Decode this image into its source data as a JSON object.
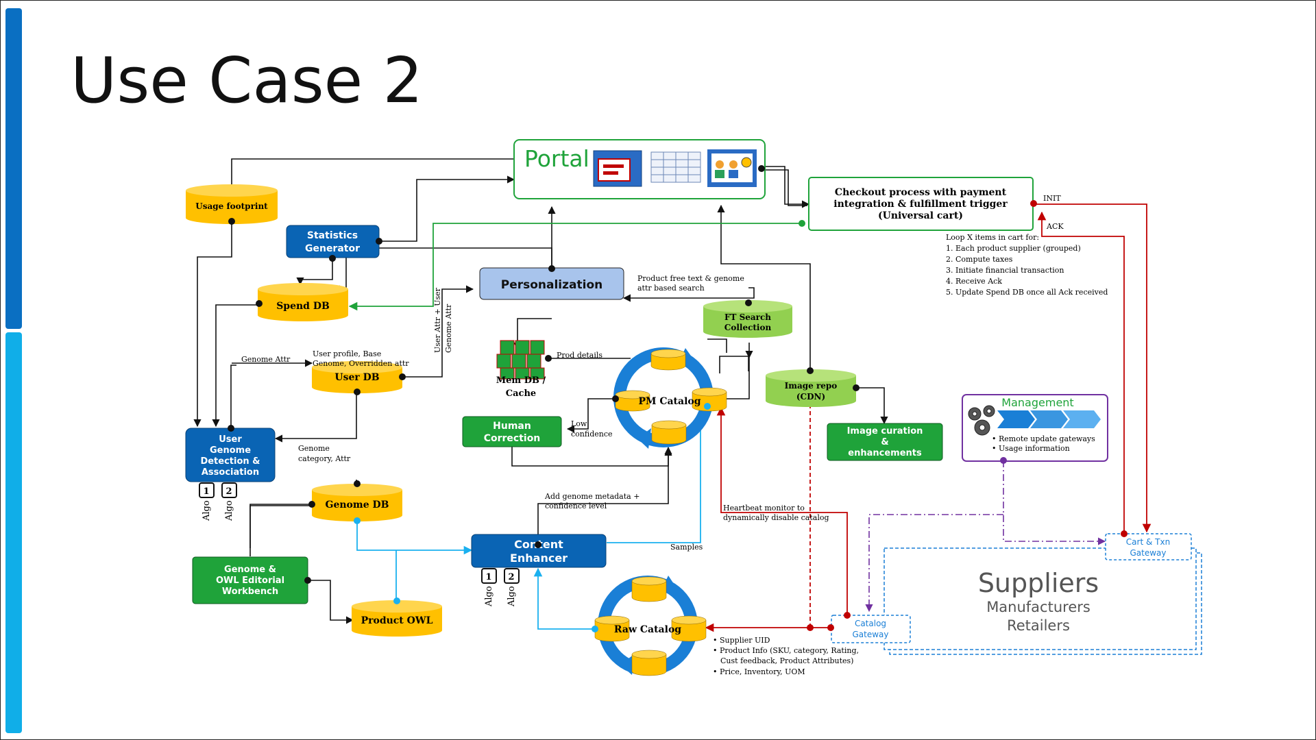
{
  "slide": {
    "title": "Use Case 2"
  },
  "portal": {
    "label": "Portal"
  },
  "checkout": {
    "line1": "Checkout process with payment",
    "line2": "integration & fulfillment trigger",
    "line3": "(Universal cart)",
    "init": "INIT",
    "ack": "ACK"
  },
  "checkout_notes": {
    "intro": "Loop X items in cart for:",
    "steps": [
      "1. Each product supplier (grouped)",
      "2. Compute taxes",
      "3. Initiate financial transaction",
      "4. Receive Ack",
      "5. Update Spend DB once all Ack received"
    ]
  },
  "usage_footprint": "Usage footprint",
  "statistics_generator": {
    "line1": "Statistics",
    "line2": "Generator"
  },
  "spend_db": "Spend DB",
  "personalization": "Personalization",
  "product_search_note": {
    "line1": "Product free text & genome",
    "line2": "attr based search"
  },
  "ft_search": {
    "line1": "FT Search",
    "line2": "Collection"
  },
  "user_attr_label": {
    "line1": "User Attr + User",
    "line2": "Genome Attr"
  },
  "user_db": {
    "label": "User DB",
    "note1": "User profile, Base",
    "note2": "Genome, Overridden attr"
  },
  "genome_attr_label": "Genome Attr",
  "mem_db": {
    "line1": "Mem DB /",
    "line2": "Cache"
  },
  "prod_details": "Prod details",
  "pm_catalog": "PM Catalog",
  "image_repo": {
    "line1": "Image repo",
    "line2": "(CDN)"
  },
  "image_curation": {
    "line1": "Image curation",
    "line2": "&",
    "line3": "enhancements"
  },
  "human_correction": {
    "line1": "Human",
    "line2": "Correction",
    "low1": "Low",
    "low2": "confidence"
  },
  "user_genome": {
    "line1": "User",
    "line2": "Genome",
    "line3": "Detection &",
    "line4": "Association",
    "algo_label": "Algo",
    "algo1": "1",
    "algo2": "2"
  },
  "genome_note": {
    "line1": "Genome",
    "line2": "category, Attr"
  },
  "genome_db": "Genome DB",
  "add_genome_note": {
    "line1": "Add genome metadata +",
    "line2": "confidence level"
  },
  "content_enhancer": {
    "line1": "Content",
    "line2": "Enhancer",
    "algo_label": "Algo",
    "algo1": "1",
    "algo2": "2"
  },
  "samples": "Samples",
  "genome_owl": {
    "line1": "Genome  &",
    "line2": "OWL Editorial",
    "line3": "Workbench"
  },
  "product_owl": "Product OWL",
  "raw_catalog": "Raw Catalog",
  "heartbeat": {
    "line1": "Heartbeat monitor to",
    "line2": "dynamically disable catalog"
  },
  "raw_notes": [
    "Supplier UID",
    "Product Info (SKU, category, Rating,",
    "Cust feedback, Product Attributes)",
    "Price, Inventory, UOM"
  ],
  "catalog_gateway": {
    "line1": "Catalog",
    "line2": "Gateway"
  },
  "cart_gateway": {
    "line1": "Cart & Txn",
    "line2": "Gateway"
  },
  "management": {
    "title": "Management",
    "items": [
      "Remote update gateways",
      "Usage information"
    ]
  },
  "suppliers": {
    "title": "Suppliers",
    "line2": "Manufacturers",
    "line3": "Retailers"
  },
  "colors": {
    "yellow": "#ffc000",
    "blue": "#0a64b4",
    "green": "#1fa33a",
    "light_blue": "#a8c4ec",
    "light_green": "#92d050",
    "red": "#c00000",
    "cyan": "#1ab0ef",
    "purple": "#7030a0",
    "bar_dark": "#0a6fc2",
    "bar_light": "#10aee8"
  }
}
